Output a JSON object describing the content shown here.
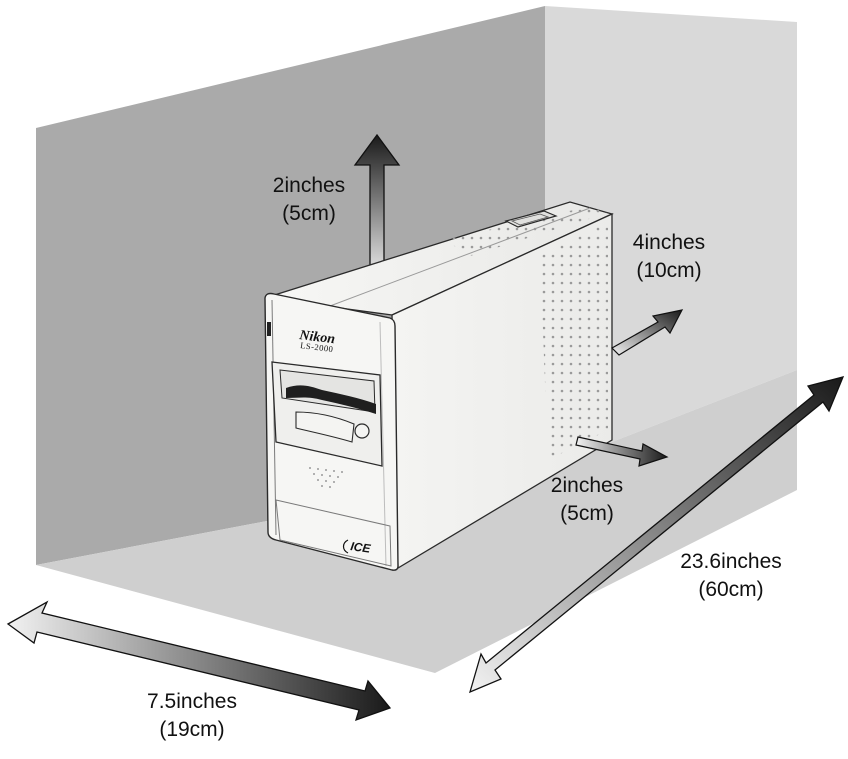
{
  "product": {
    "brand": "Nikon",
    "model": "LS-2000",
    "badge": "ICE"
  },
  "clearances": {
    "top": {
      "primary": "2inches",
      "secondary": "(5cm)"
    },
    "side": {
      "primary": "4inches",
      "secondary": "(10cm)"
    },
    "rear": {
      "primary": "2inches",
      "secondary": "(5cm)"
    }
  },
  "area": {
    "width": {
      "primary": "7.5inches",
      "secondary": "(19cm)"
    },
    "depth": {
      "primary": "23.6inches",
      "secondary": "(60cm)"
    }
  },
  "colors": {
    "wall_left": "#aaaaaa",
    "wall_back": "#d9d9d9",
    "floor": "#cfcfcf",
    "scanner_body": "#f4f4f2",
    "arrow_dark": "#1a1a1a",
    "arrow_light": "#f2f2f2"
  }
}
